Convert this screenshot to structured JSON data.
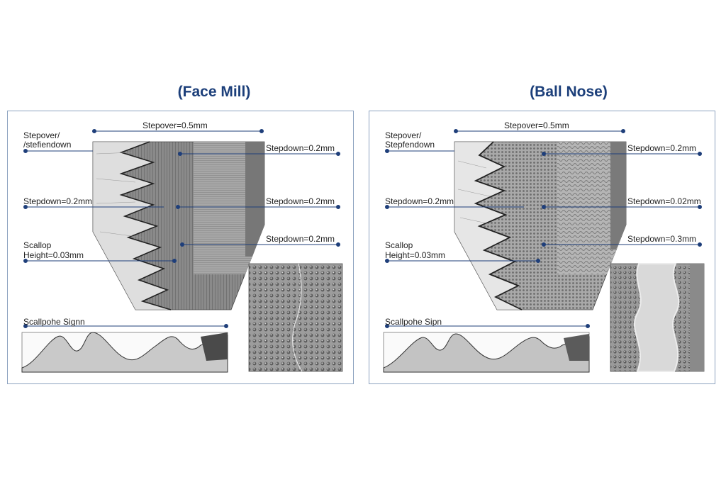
{
  "panels": [
    {
      "title": "(Face Mill)",
      "stepover": "Stepover=0.5mm",
      "left_top": [
        "Stepover/",
        "/stefiendown"
      ],
      "left_mid": "Stepdown=0.2mm",
      "left_bottom": [
        "Scallop",
        "Height=0.03mm"
      ],
      "right": [
        "Stepdown=0.2mm",
        "Stepdown=0.2mm",
        "Stepdown=0.2mm"
      ],
      "profile_label": "Scallpohe Signn"
    },
    {
      "title": "(Ball Nose)",
      "stepover": "Stepover=0.5mm",
      "left_top": [
        "Stepover/",
        "Stepfendown"
      ],
      "left_mid": "Stepdown=0.2mm",
      "left_bottom": [
        "Scallop",
        "Height=0.03mm"
      ],
      "right": [
        "Stepdown=0.2mm",
        "Stepdown=0.02mm",
        "Stepdown=0.3mm"
      ],
      "profile_label": "Scallpohe Sipn"
    }
  ],
  "colors": {
    "title": "#1c3f7a",
    "leader": "#1f3f7a",
    "border": "#8da3c0"
  }
}
